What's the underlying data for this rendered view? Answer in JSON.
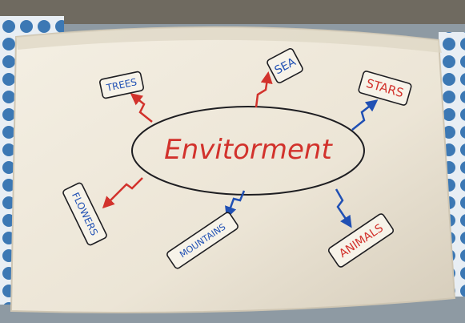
{
  "photo": {
    "subject": "hand-drawn mind map on paper",
    "colors": {
      "paper": "#efe9dc",
      "paper_shadow": "#d9d1c0",
      "ink_black": "#1e1e22",
      "ink_red": "#d2322c",
      "ink_blue": "#2050b4",
      "floor": "#7d8a94",
      "cloth": "#3c78b4"
    }
  },
  "mind_map": {
    "center": "Envitorment",
    "branches": [
      {
        "label": "TREES",
        "ink": "blue",
        "arrow": "red"
      },
      {
        "label": "SEA",
        "ink": "blue",
        "arrow": "red"
      },
      {
        "label": "STARS",
        "ink": "red",
        "arrow": "blue"
      },
      {
        "label": "ANIMALS",
        "ink": "red",
        "arrow": "blue"
      },
      {
        "label": "MOUNTAINS",
        "ink": "blue",
        "arrow": "blue"
      },
      {
        "label": "FLOWERS",
        "ink": "blue",
        "arrow": "red"
      }
    ]
  }
}
